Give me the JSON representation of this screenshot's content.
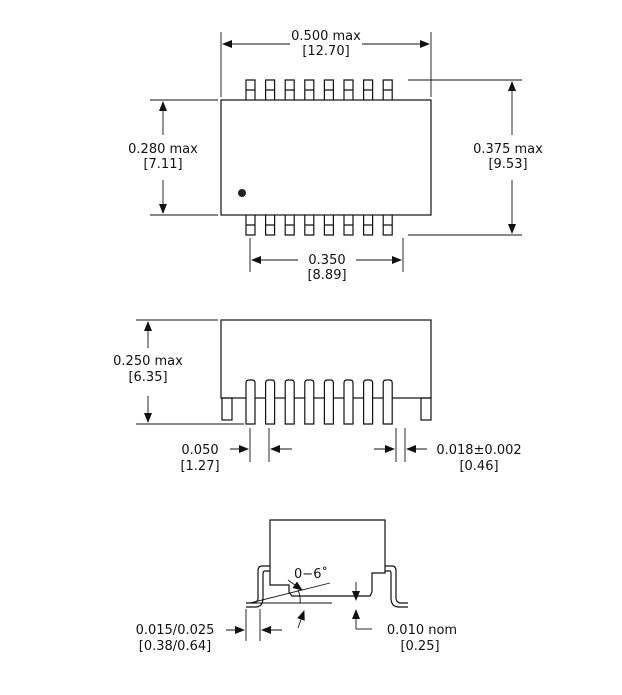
{
  "top_view": {
    "width_max": "0.500  max",
    "width_max_mm": "[12.70]",
    "body_height": "0.280  max",
    "body_height_mm": "[7.11]",
    "overall_height": "0.375  max",
    "overall_height_mm": "[9.53]",
    "pin_span": "0.350",
    "pin_span_mm": "[8.89]",
    "pins_per_side": 8
  },
  "side_view": {
    "height_max": "0.250  max",
    "height_max_mm": "[6.35]",
    "pitch": "0.050",
    "pitch_mm": "[1.27]",
    "lead_width": "0.018±0.002",
    "lead_width_mm": "[0.46]"
  },
  "end_view": {
    "angle": "0−6˚",
    "foot_length": "0.015/0.025",
    "foot_length_mm": "[0.38/0.64]",
    "lead_thickness": "0.010  nom",
    "lead_thickness_mm": "[0.25]"
  }
}
